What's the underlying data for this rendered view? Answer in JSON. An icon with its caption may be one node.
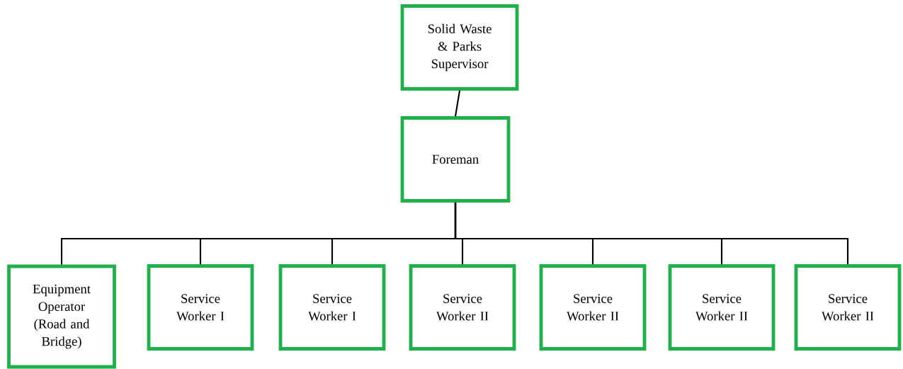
{
  "diagram": {
    "nodes": [
      {
        "text": [
          "Solid Waste & Parks Supervisor"
        ]
      },
      {
        "text": [
          "Foreman"
        ]
      },
      {
        "text": [
          "Equipment Operator (Road and Bridge)"
        ]
      },
      {
        "text": [
          "Service Worker I"
        ]
      },
      {
        "text": [
          "Service Worker I"
        ]
      },
      {
        "text": [
          "Service Worker II"
        ]
      },
      {
        "text": [
          "Service Worker II"
        ]
      },
      {
        "text": [
          "Service Worker II"
        ]
      },
      {
        "text": [
          "Service Worker II"
        ]
      }
    ],
    "edges": [
      {
        "from": 0,
        "to": 1,
        "arrow": "none"
      },
      {
        "from": 1,
        "to": 2,
        "arrow": "none"
      },
      {
        "from": 1,
        "to": 3,
        "arrow": "none"
      },
      {
        "from": 1,
        "to": 4,
        "arrow": "none"
      },
      {
        "from": 1,
        "to": 5,
        "arrow": "none"
      },
      {
        "from": 1,
        "to": 6,
        "arrow": "none"
      },
      {
        "from": 1,
        "to": 7,
        "arrow": "none"
      },
      {
        "from": 1,
        "to": 8,
        "arrow": "none"
      }
    ]
  }
}
